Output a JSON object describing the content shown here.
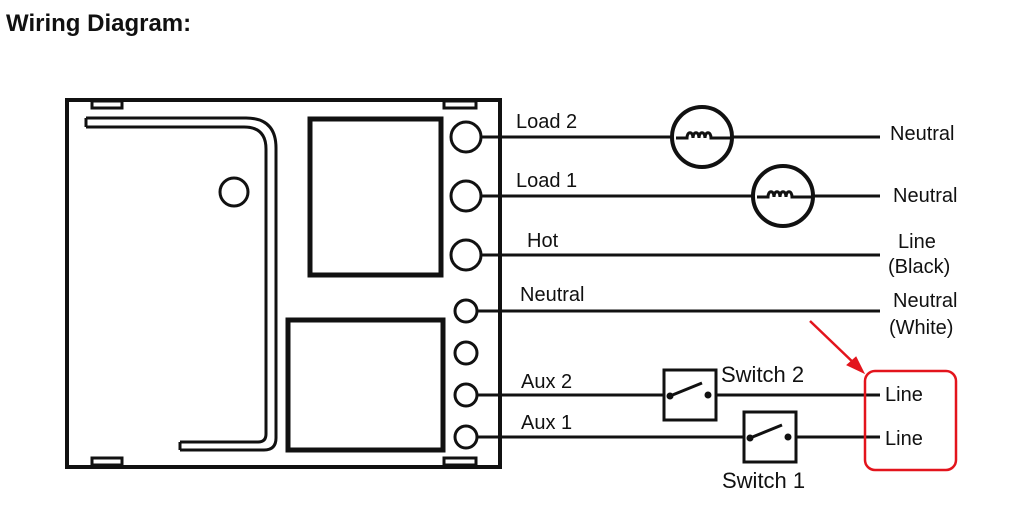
{
  "title": "Wiring Diagram:",
  "terminals": {
    "load2": "Load 2",
    "load1": "Load 1",
    "hot": "Hot",
    "neutral": "Neutral",
    "aux2": "Aux 2",
    "aux1": "Aux 1"
  },
  "right_labels": {
    "neutral_load2": "Neutral",
    "neutral_load1": "Neutral",
    "line_black_1": "Line",
    "line_black_2": "(Black)",
    "neutral_white_1": "Neutral",
    "neutral_white_2": "(White)",
    "line_aux2": "Line",
    "line_aux1": "Line"
  },
  "switches": {
    "switch2": "Switch 2",
    "switch1": "Switch 1"
  },
  "colors": {
    "line": "#111111",
    "highlight": "#e3141c",
    "background": "#ffffff"
  }
}
